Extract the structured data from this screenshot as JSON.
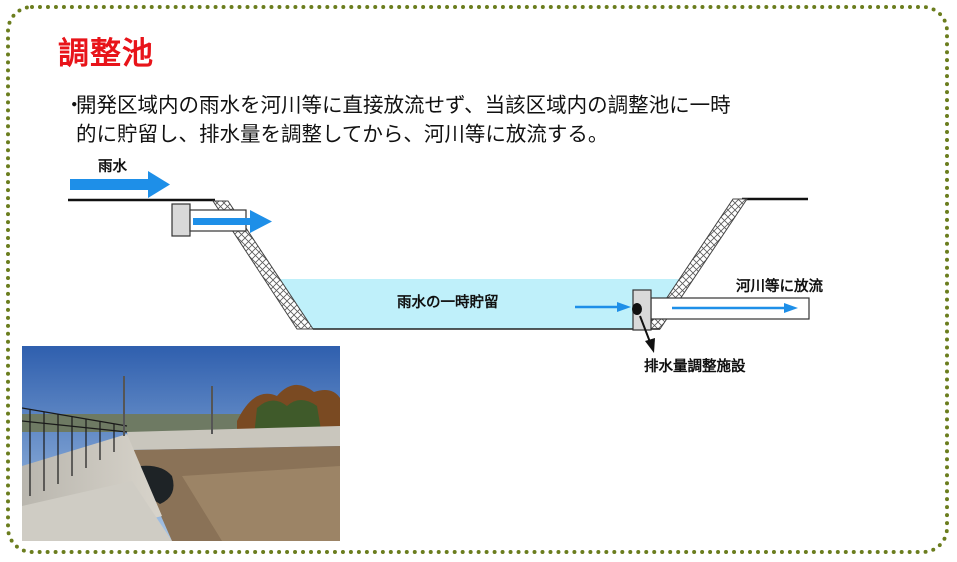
{
  "title": "調整池",
  "description": {
    "bullet": "・",
    "line1": "開発区域内の雨水を河川等に直接放流せず、当該区域内の調整池に一時",
    "line2": "的に貯留し、排水量を調整してから、河川等に放流する。"
  },
  "diagram": {
    "rainwater_label": "雨水",
    "storage_label": "雨水の一時貯留",
    "discharge_label": "河川等に放流",
    "facility_label": "排水量調整施設"
  },
  "colors": {
    "title": "#e8141a",
    "frame": "#6b7d1e",
    "arrow": "#1e8fe8",
    "water": "#bff0fa"
  }
}
